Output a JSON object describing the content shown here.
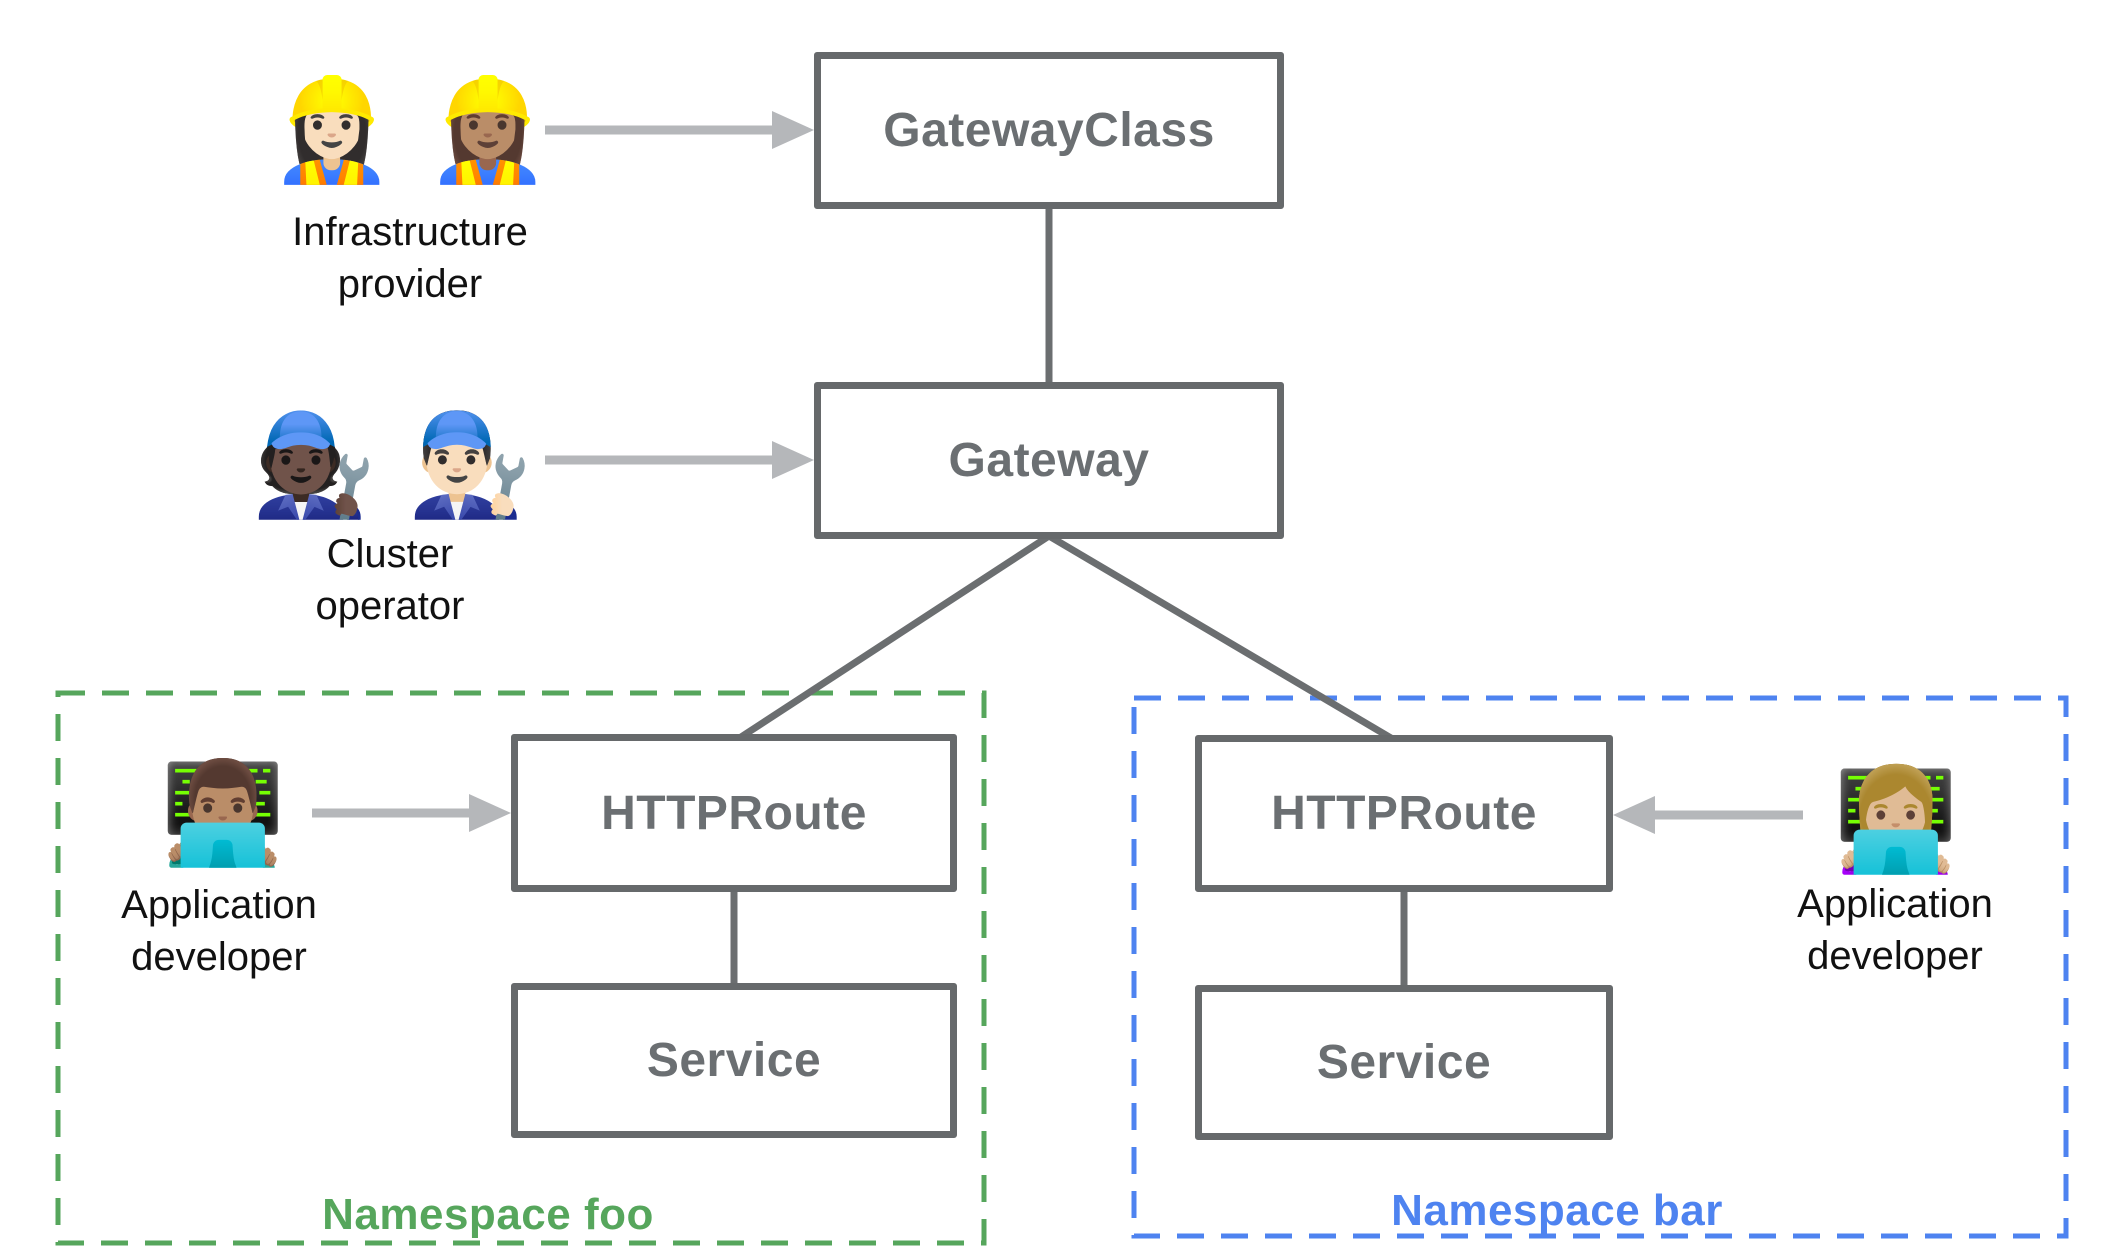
{
  "nodes": {
    "gatewayclass": {
      "label": "GatewayClass"
    },
    "gateway": {
      "label": "Gateway"
    },
    "httproute_foo": {
      "label": "HTTPRoute"
    },
    "service_foo": {
      "label": "Service"
    },
    "httproute_bar": {
      "label": "HTTPRoute"
    },
    "service_bar": {
      "label": "Service"
    }
  },
  "personas": {
    "infrastructure_provider": {
      "emojis": "👷🏻‍♀️ 👷🏽‍♀️",
      "label": "Infrastructure provider"
    },
    "cluster_operator": {
      "emojis": "🧑🏿‍🔧 👨🏻‍🔧",
      "label": "Cluster operator"
    },
    "app_developer_foo": {
      "emojis": "👨🏽‍💻",
      "label": "Application developer"
    },
    "app_developer_bar": {
      "emojis": "👩🏼‍💻",
      "label": "Application developer"
    }
  },
  "namespaces": {
    "foo": {
      "label": "Namespace foo",
      "color": "#56a65c"
    },
    "bar": {
      "label": "Namespace bar",
      "color": "#4e83f0"
    }
  },
  "colors": {
    "node_border": "#66696b",
    "node_text": "#6b6f72",
    "connector": "#6b6e70",
    "arrow": "#b5b7ba",
    "persona_text": "#111111",
    "namespace_foo": "#56a65c",
    "namespace_bar": "#4e83f0",
    "background": "#ffffff"
  }
}
